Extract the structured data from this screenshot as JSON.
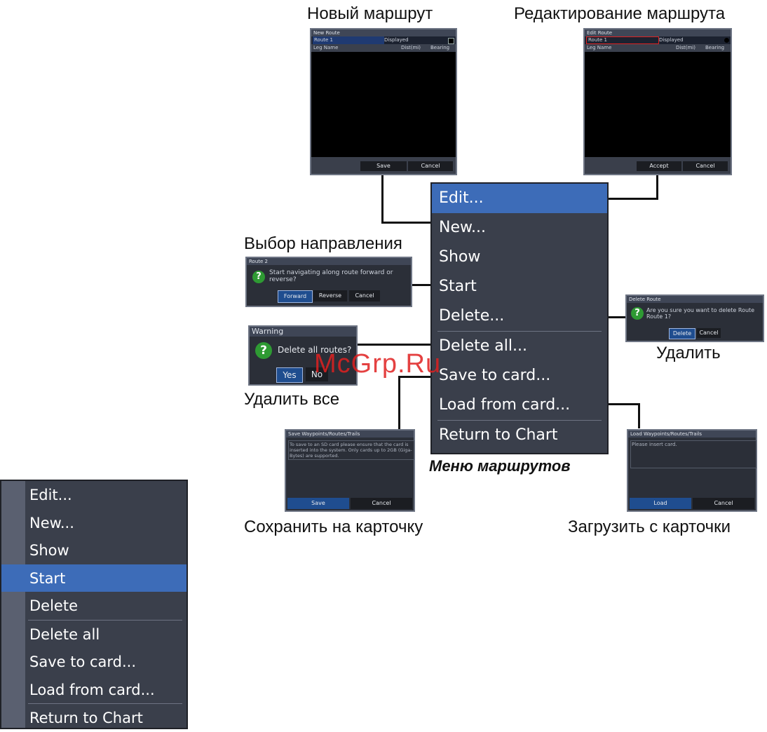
{
  "captions": {
    "new_route": "Новый маршрут",
    "edit_route": "Редактирование маршрута",
    "select_direction": "Выбор направления",
    "delete": "Удалить",
    "delete_all": "Удалить все",
    "route_menu": "Меню маршрутов",
    "save_to_card": "Сохранить на карточку",
    "load_from_card": "Загрузить с карточки"
  },
  "new_route_screen": {
    "title": "New Route",
    "route_name": "Route 1",
    "displayed_label": "Displayed",
    "columns": [
      "Leg Name",
      "Dist(mi)",
      "Bearing"
    ],
    "buttons": [
      "Save",
      "Cancel"
    ]
  },
  "edit_route_screen": {
    "title": "Edit Route",
    "route_name": "Route 1",
    "displayed_label": "Displayed",
    "columns": [
      "Leg Name",
      "Dist(mi)",
      "Bearing"
    ],
    "buttons": [
      "Accept",
      "Cancel"
    ]
  },
  "direction_dialog": {
    "title": "Route 2",
    "message": "Start navigating along route forward or reverse?",
    "buttons": [
      "Forward",
      "Reverse",
      "Cancel"
    ]
  },
  "delete_dialog": {
    "title": "Delete Route",
    "message": "Are you sure you want to delete Route Route 1?",
    "buttons": [
      "Delete",
      "Cancel"
    ]
  },
  "warning_dialog": {
    "title": "Warning",
    "message": "Delete all routes?",
    "buttons": [
      "Yes",
      "No"
    ]
  },
  "save_dialog": {
    "title": "Save Waypoints/Routes/Trails",
    "message": "To save to an SD card please ensure that the card is inserted into the system. Only cards up to 2GB (Giga-Bytes) are supported.",
    "buttons": [
      "Save",
      "Cancel"
    ]
  },
  "load_dialog": {
    "title": "Load Waypoints/Routes/Trails",
    "message": "Please insert card.",
    "buttons": [
      "Load",
      "Cancel"
    ]
  },
  "route_menu": {
    "items": [
      "Edit...",
      "New...",
      "Show",
      "Start",
      "Delete...",
      "Delete all...",
      "Save to card...",
      "Load from card...",
      "Return to Chart"
    ],
    "selected": "Edit..."
  },
  "side_menu": {
    "items": [
      "Edit...",
      "New...",
      "Show",
      "Start",
      "Delete",
      "Delete all",
      "Save to card...",
      "Load from card...",
      "Return to Chart"
    ],
    "selected": "Start"
  },
  "watermark": "McGrp.Ru",
  "colors": {
    "menu_bg": "#3a3f4b",
    "highlight": "#3d6cb8",
    "dialog_bg": "#2b2f38",
    "question_icon": "#2e9a33"
  }
}
